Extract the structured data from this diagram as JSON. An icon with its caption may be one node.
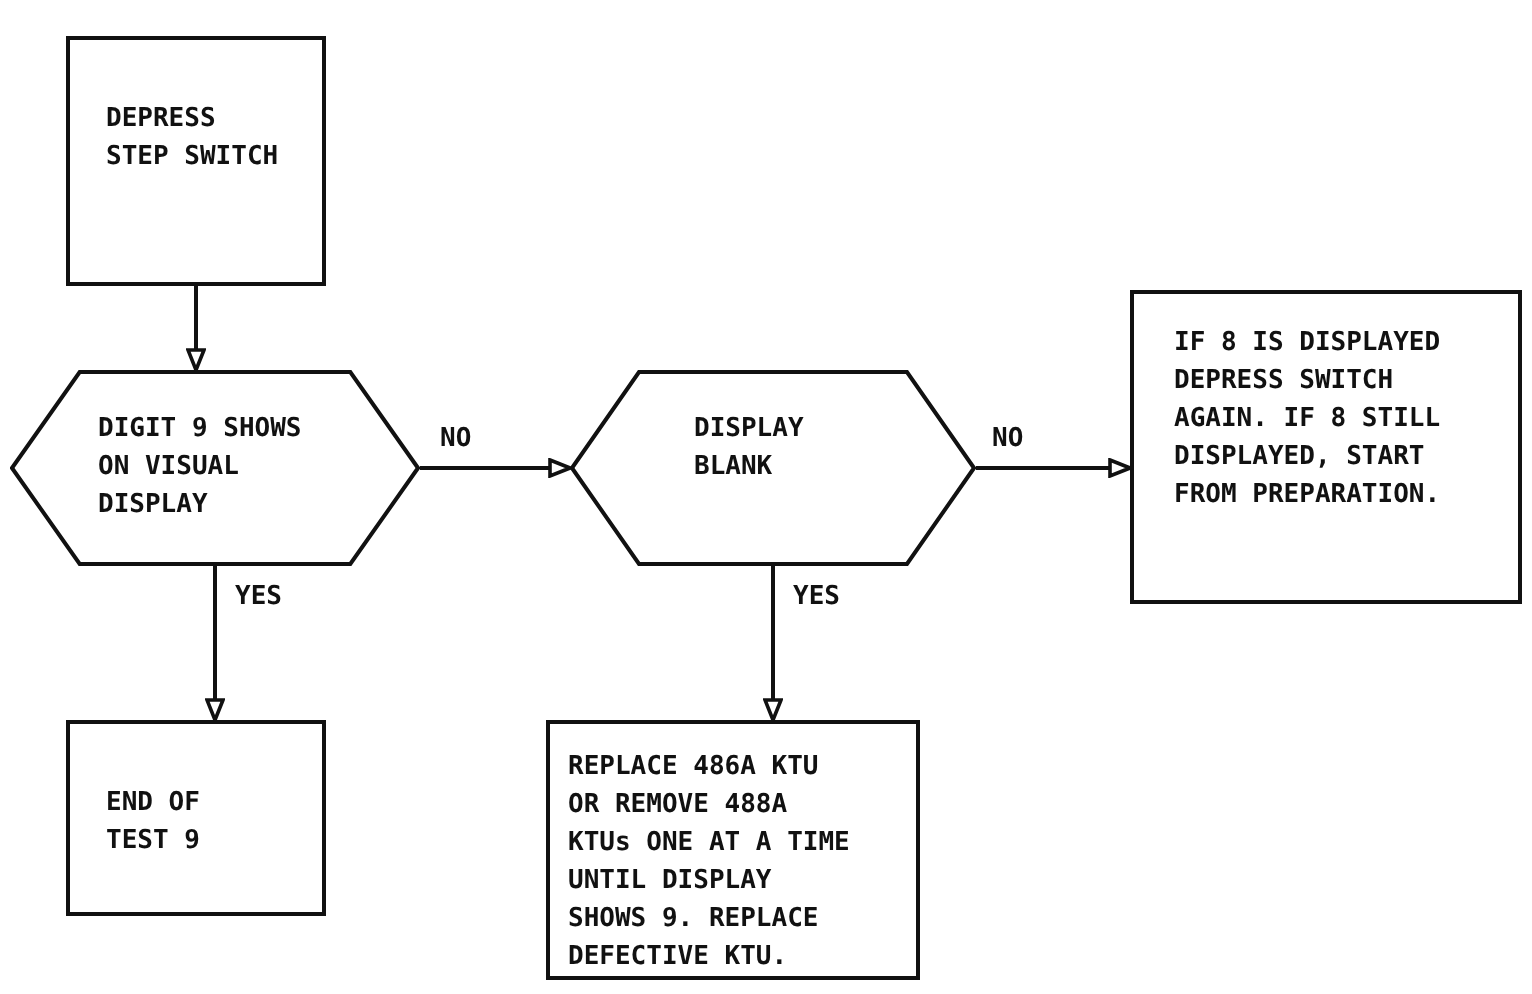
{
  "diagram": {
    "nodes": [
      {
        "text": [
          "DEPRESS STEP SWITCH"
        ]
      },
      {
        "text": [
          "DIGIT 9 SHOWS ON VISUAL DISPLAY"
        ]
      },
      {
        "text": [
          "DISPLAY BLANK"
        ]
      },
      {
        "text": [
          "IF 8 IS DISPLAYED DEPRESS SWITCH AGAIN. IF 8 STILL DISPLAYED, START FROM PREPARATION."
        ]
      },
      {
        "text": [
          "END OF TEST 9"
        ]
      },
      {
        "text": [
          "REPLACE 486A KTU OR REMOVE 488A KTUs ONE AT A TIME UNTIL DISPLAY SHOWS 9. REPLACE DEFECTIVE KTU."
        ]
      }
    ],
    "edges": [
      {
        "from": 0,
        "to": 1,
        "arrow": "to"
      },
      {
        "from": 1,
        "to": 2,
        "arrow": "to",
        "label": "NO"
      },
      {
        "from": 2,
        "to": 3,
        "arrow": "to",
        "label": "NO"
      },
      {
        "from": 1,
        "to": 4,
        "arrow": "to",
        "label": "YES"
      },
      {
        "from": 2,
        "to": 5,
        "arrow": "to",
        "label": "YES"
      }
    ]
  }
}
